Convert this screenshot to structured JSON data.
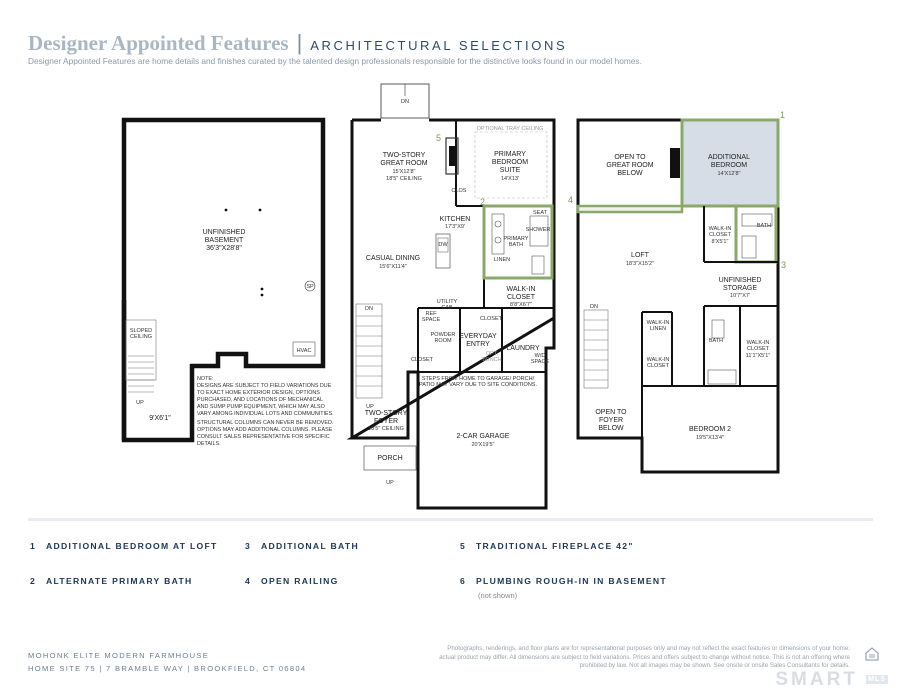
{
  "header": {
    "title": "Designer Appointed Features",
    "separator": "|",
    "subtitle": "ARCHITECTURAL SELECTIONS",
    "description": "Designer Appointed Features are home details and finishes curated by the talented design professionals responsible for the distinctive looks found in our model homes."
  },
  "basement": {
    "name": "UNFINISHED BASEMENT",
    "name_line1": "UNFINISHED",
    "name_line2": "BASEMENT",
    "dims": "36'3\"X28'8\"",
    "sp": "SP",
    "hvac": "HVAC",
    "sloped_line1": "SLOPED",
    "sloped_line2": "CEILING",
    "up": "UP",
    "stair_dims": "9'X6'1\"",
    "note_lines": [
      "NOTE:",
      "DESIGNS ARE SUBJECT TO FIELD VARIATIONS DUE",
      "TO EXACT HOME EXTERIOR DESIGN, OPTIONS",
      "PURCHASED, AND LOCATIONS OF MECHANICAL",
      "AND SUMP PUMP EQUIPMENT, WHICH MAY ALSO",
      "VARY AMONG INDIVIDUAL LOTS AND COMMUNITIES.",
      "",
      "STRUCTURAL COLUMNS CAN NEVER BE REMOVED.",
      "OPTIONS MAY ADD ADDITIONAL COLUMNS. PLEASE",
      "CONSULT SALES REPRESENTATIVE FOR SPECIFIC",
      "DETAILS."
    ]
  },
  "first_floor": {
    "dn_top": "DN",
    "great_room": [
      "TWO-STORY",
      "GREAT ROOM",
      "15'X12'8\"",
      "18'5\" CEILING"
    ],
    "tray_ceiling": "OPTIONAL TRAY CEILING",
    "primary_suite": [
      "PRIMARY",
      "BEDROOM",
      "SUITE",
      "14'X13'"
    ],
    "clos": "CLOS",
    "kitchen": [
      "KITCHEN",
      "17'3\"X9'"
    ],
    "casual_dining": [
      "CASUAL DINING",
      "15'6\"X11'4\""
    ],
    "dw": "DW",
    "primary_bath": [
      "PRIMARY",
      "BATH"
    ],
    "seat": "SEAT",
    "shower": "SHOWER",
    "linen": "LINEN",
    "walkin": [
      "WALK-IN",
      "CLOSET",
      "8'8\"X6'7\""
    ],
    "utility": [
      "UTILITY",
      "CAB"
    ],
    "ref": [
      "REF",
      "SPACE"
    ],
    "powder": [
      "POWDER",
      "ROOM"
    ],
    "closet1": "CLOSET",
    "closet2": "CLOSET",
    "everyday": [
      "EVERYDAY",
      "ENTRY"
    ],
    "laundry": "LAUNDRY",
    "bench": [
      "OPT.",
      "BENCH"
    ],
    "wd": [
      "W/D",
      "SPACE"
    ],
    "dn_mid": "DN",
    "steps_note": [
      "STEPS FROM HOME TO GARAGE/ PORCH/",
      "PATIO MAY VARY DUE TO SITE CONDITIONS."
    ],
    "foyer": [
      "TWO-STORY",
      "FOYER",
      "18'5\" CEILING"
    ],
    "garage": [
      "2-CAR GARAGE",
      "20'X19'5\""
    ],
    "porch": "PORCH",
    "up1": "UP",
    "up2": "UP"
  },
  "second_floor": {
    "open_great": [
      "OPEN TO",
      "GREAT ROOM",
      "BELOW"
    ],
    "add_bedroom": [
      "ADDITIONAL",
      "BEDROOM",
      "14'X12'8\""
    ],
    "walkin": [
      "WALK-IN",
      "CLOSET",
      "8'X5'1\""
    ],
    "bath_top": "BATH",
    "loft": [
      "LOFT",
      "18'3\"X15'2\""
    ],
    "storage": [
      "UNFINISHED",
      "STORAGE",
      "10'7\"X7'"
    ],
    "dn": "DN",
    "walkin_linen": [
      "WALK-IN",
      "LINEN"
    ],
    "walkin_closet_small": [
      "WALK-IN",
      "CLOSET"
    ],
    "bath_mid": "BATH",
    "walkin_right": [
      "WALK-IN",
      "CLOSET",
      "11'1\"X5'1\""
    ],
    "open_foyer": [
      "OPEN TO",
      "FOYER",
      "BELOW"
    ],
    "bedroom2": [
      "BEDROOM 2",
      "19'5\"X13'4\""
    ]
  },
  "callouts": [
    "1",
    "2",
    "3",
    "4",
    "5"
  ],
  "legend": {
    "items": [
      {
        "num": "1",
        "label": "ADDITIONAL BEDROOM AT LOFT"
      },
      {
        "num": "2",
        "label": "ALTERNATE PRIMARY BATH"
      },
      {
        "num": "3",
        "label": "ADDITIONAL BATH"
      },
      {
        "num": "4",
        "label": "OPEN RAILING"
      },
      {
        "num": "5",
        "label": "TRADITIONAL FIREPLACE 42\""
      },
      {
        "num": "6",
        "label": "PLUMBING ROUGH-IN IN BASEMENT"
      }
    ],
    "note": "(not shown)"
  },
  "footer": {
    "community": "MOHONK ELITE MODERN FARMHOUSE",
    "address": "HOME SITE 75  |  7 BRAMBLE WAY  |  BROOKFIELD, CT 06804",
    "disclaimer": "Photographs, renderings, and floor plans are for representational purposes only and may not reflect the exact features or dimensions of your home; actual product may differ. All dimensions are subject to field variations. Prices and offers subject to change without notice. This is not an offering where prohibited by law. Not all images may be shown. See onsite or onsite Sales Consultants for details.",
    "watermark": "SMART",
    "watermark_badge": "MLS"
  },
  "colors": {
    "navy": "#1d3557",
    "title_grey": "#a9b6c3",
    "highlight_green": "#8aa86a",
    "bedroom_fill": "#d6dde6",
    "wall": "#111111"
  }
}
